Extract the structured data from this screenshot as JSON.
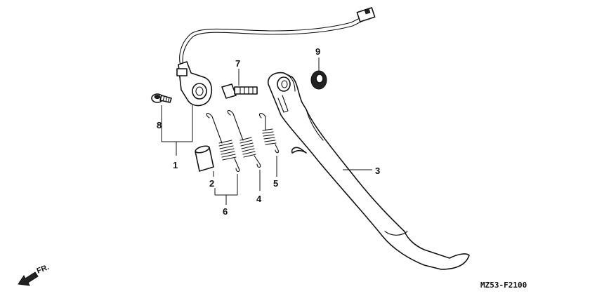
{
  "diagram": {
    "callouts": {
      "c1": "1",
      "c2": "2",
      "c3": "3",
      "c4": "4",
      "c5": "5",
      "c6": "6",
      "c7": "7",
      "c8": "8",
      "c9": "9"
    },
    "diagram_code": "MZ53-F2100",
    "direction_label": "FR."
  }
}
